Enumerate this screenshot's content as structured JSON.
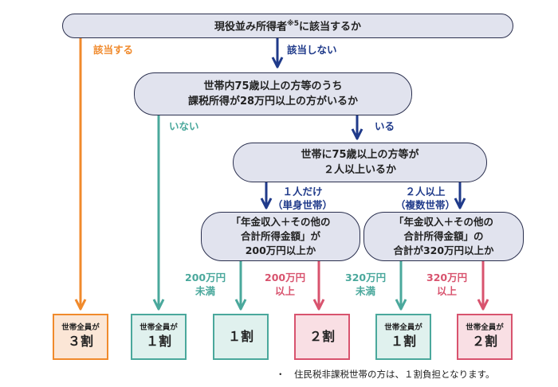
{
  "q1": "現役並み所得者※5に該当するか",
  "q2": [
    "世帯内75歳以上の方等のうち",
    "課税所得が28万円以上の方がいるか"
  ],
  "q3": [
    "世帯に75歳以上の方等が",
    "２人以上いるか"
  ],
  "q4": [
    "「年金収入＋その他の",
    "合計所得金額」が",
    "200万円以上か"
  ],
  "q5": [
    "「年金収入＋その他の",
    "合計所得金額」の",
    "合計が320万円以上か"
  ],
  "labels": {
    "gaitou_suru": "該当する",
    "gaitou_shinai": "該当しない",
    "inai": "いない",
    "iru": "いる",
    "hitori": [
      "１人だけ",
      "（単身世帯）"
    ],
    "futari": [
      "２人以上",
      "（複数世帯）"
    ],
    "l200_miman": [
      "200万円",
      "未満"
    ],
    "l200_ijou": [
      "200万円",
      "以上"
    ],
    "l320_miman": [
      "320万円",
      "未満"
    ],
    "l320_ijou": [
      "320万円",
      "以上"
    ]
  },
  "results": [
    {
      "sub": "世帯全員が",
      "main": "３割"
    },
    {
      "sub": "世帯全員が",
      "main": "１割"
    },
    {
      "sub": "",
      "main": "１割"
    },
    {
      "sub": "",
      "main": "２割"
    },
    {
      "sub": "世帯全員が",
      "main": "１割"
    },
    {
      "sub": "世帯全員が",
      "main": "２割"
    }
  ],
  "note": "・　住民税非課税世帯の方は、１割負担となります。",
  "colors": {
    "orange": "#f08a2c",
    "navy": "#1f3a8a",
    "teal": "#4aa89c",
    "pink": "#d8536e",
    "box": "#e1e3ee"
  }
}
